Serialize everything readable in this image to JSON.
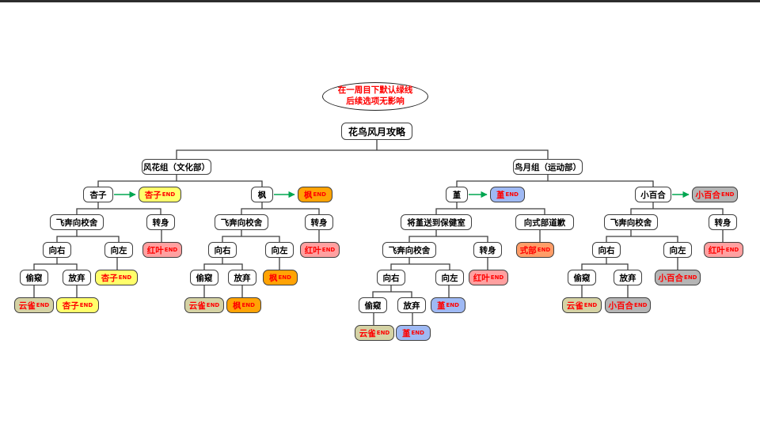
{
  "note": {
    "line1": "在一周目下默认绿线",
    "line2": "后续选项无影响"
  },
  "labels": {
    "title": "花鸟风月攻略",
    "group_culture": "风花组（文化部）",
    "group_sports": "鸟月组（运动部）",
    "anko": "杏子",
    "kaede": "枫",
    "sumire": "堇",
    "sayuri": "小百合",
    "run": "飞奔向校舍",
    "turn": "转身",
    "right": "向右",
    "left": "向左",
    "peep": "偷窥",
    "give_up": "放弃",
    "infirmary": "将堇送到保健室",
    "apologize": "向式部道歉"
  },
  "ends": {
    "anko": {
      "name": "杏子",
      "suffix": "END",
      "color": "#ffff6b"
    },
    "kaede": {
      "name": "枫",
      "suffix": "END",
      "color": "#ffa305"
    },
    "sumire": {
      "name": "堇",
      "suffix": "END",
      "color": "#9fb9f4"
    },
    "sayuri": {
      "name": "小百合",
      "suffix": "END",
      "color": "#b5b5b5"
    },
    "momiji": {
      "name": "红叶",
      "suffix": "END",
      "color": "#ffa0a0"
    },
    "hibari": {
      "name": "云雀",
      "suffix": "END",
      "color": "#d5d2a4"
    },
    "shikibu": {
      "name": "式部",
      "suffix": "END",
      "color": "#ff9d68"
    }
  },
  "colors": {
    "line": "#3f3f3f",
    "arrow_green": "#00a651",
    "end_text": "#ff0000",
    "note_text": "#ff0000"
  },
  "tree": {
    "花鸟风月攻略": {
      "风花组（文化部）": {
        "杏子": {
          "绿线": "杏子END",
          "飞奔向校舍": {
            "向右": {
              "偷窥": "云雀END",
              "放弃": "杏子END"
            },
            "向左": "杏子END"
          },
          "转身": "红叶END"
        },
        "枫": {
          "绿线": "枫END",
          "飞奔向校舍": {
            "向右": {
              "偷窥": "云雀END",
              "放弃": "枫END"
            },
            "向左": "枫END"
          },
          "转身": "红叶END"
        }
      },
      "鸟月组（运动部）": {
        "堇": {
          "绿线": "堇END",
          "将堇送到保健室": {
            "飞奔向校舍": {
              "向右": {
                "偷窥": "云雀END",
                "放弃": "堇END"
              },
              "向左": "堇END"
            },
            "转身": "红叶END"
          },
          "向式部道歉": "式部END"
        },
        "小百合": {
          "绿线": "小百合END",
          "飞奔向校舍": {
            "向右": {
              "偷窥": "云雀END",
              "放弃": "小百合END"
            },
            "向左": "小百合END"
          },
          "转身": "红叶END"
        }
      }
    }
  }
}
